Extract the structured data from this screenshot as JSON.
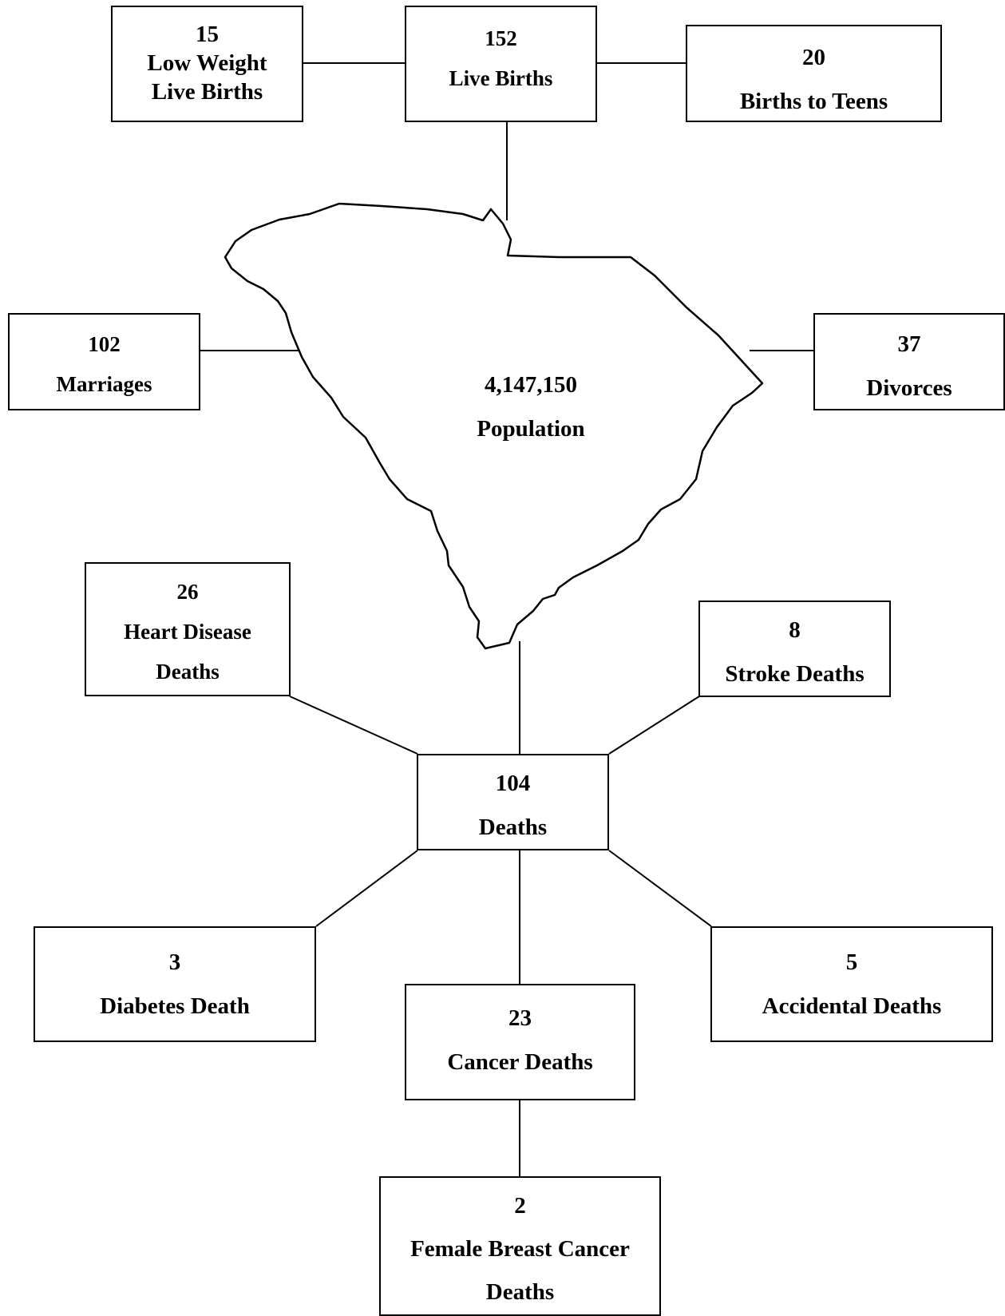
{
  "births": {
    "low_weight": {
      "count": "15",
      "label_line1": "Low Weight",
      "label_line2": "Live Births"
    },
    "live": {
      "count": "152",
      "label": "Live Births"
    },
    "teens": {
      "count": "20",
      "label": "Births to Teens"
    }
  },
  "population": {
    "count": "4,147,150",
    "label": "Population"
  },
  "marriages": {
    "count": "102",
    "label": "Marriages"
  },
  "divorces": {
    "count": "37",
    "label": "Divorces"
  },
  "deaths": {
    "total": {
      "count": "104",
      "label": "Deaths"
    },
    "heart": {
      "count": "26",
      "label_line1": "Heart Disease",
      "label_line2": "Deaths"
    },
    "stroke": {
      "count": "8",
      "label": "Stroke Deaths"
    },
    "diabetes": {
      "count": "3",
      "label": "Diabetes Death"
    },
    "cancer": {
      "count": "23",
      "label": "Cancer Deaths"
    },
    "accidental": {
      "count": "5",
      "label": "Accidental Deaths"
    },
    "breast_cancer": {
      "count": "2",
      "label_line1": "Female Breast Cancer",
      "label_line2": "Deaths"
    }
  }
}
